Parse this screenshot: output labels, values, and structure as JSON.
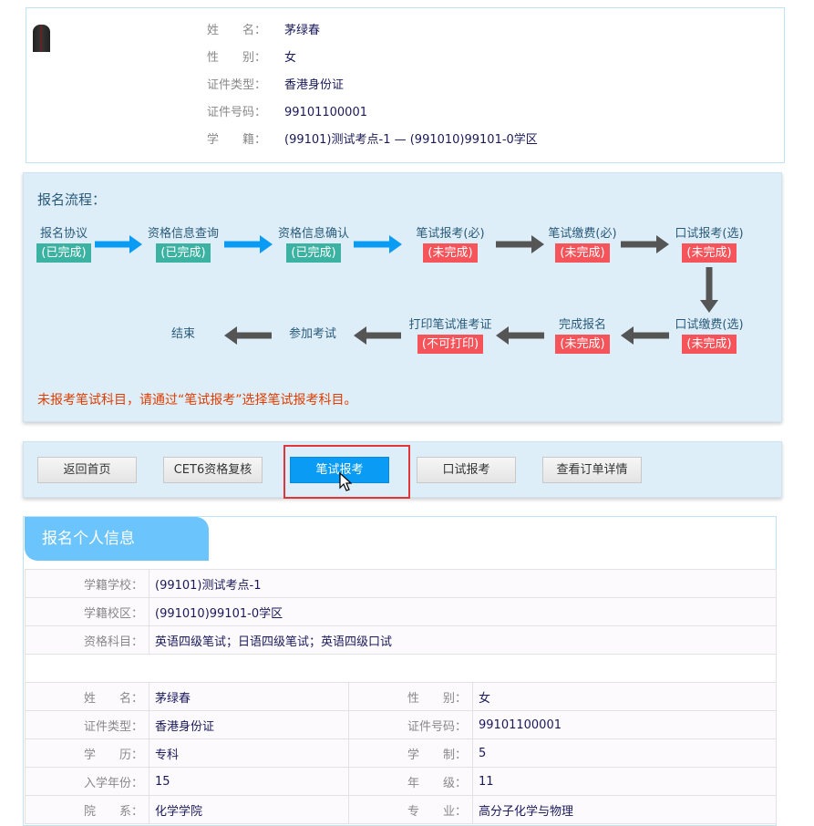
{
  "profile": {
    "rows": [
      {
        "label": "姓　　名：",
        "value": "茅绿春"
      },
      {
        "label": "性　　别：",
        "value": "女"
      },
      {
        "label": "证件类型：",
        "value": "香港身份证"
      },
      {
        "label": "证件号码：",
        "value": "99101100001"
      },
      {
        "label": "学　　籍：",
        "value": "(99101)测试考点-1 — (991010)99101-0学区"
      }
    ]
  },
  "flow": {
    "title": "报名流程：",
    "steps": [
      {
        "label": "报名协议",
        "status": "(已完成)"
      },
      {
        "label": "资格信息查询",
        "status": "(已完成)"
      },
      {
        "label": "资格信息确认",
        "status": "(已完成)"
      },
      {
        "label": "笔试报考(必)",
        "status": "(未完成)"
      },
      {
        "label": "笔试缴费(必)",
        "status": "(未完成)"
      },
      {
        "label": "口试报考(选)",
        "status": "(未完成)"
      },
      {
        "label": "口试缴费(选)",
        "status": "(未完成)"
      },
      {
        "label": "完成报名",
        "status": "(未完成)"
      },
      {
        "label": "打印笔试准考证",
        "status": "(不可打印)"
      },
      {
        "label": "参加考试"
      },
      {
        "label": "结束"
      }
    ],
    "message": "未报考笔试科目，请通过“笔试报考”选择笔试报考科目。"
  },
  "buttons": [
    "返回首页",
    "CET6资格复核",
    "笔试报考",
    "口试报考",
    "查看订单详情"
  ],
  "info": {
    "title": "报名个人信息",
    "single": [
      {
        "label": "学籍学校：",
        "value": "(99101)测试考点-1"
      },
      {
        "label": "学籍校区：",
        "value": "(991010)99101-0学区"
      },
      {
        "label": "资格科目：",
        "value": "英语四级笔试；日语四级笔试；英语四级口试"
      }
    ],
    "pairs": [
      [
        "姓　　名：",
        "茅绿春",
        "性　　别：",
        "女"
      ],
      [
        "证件类型：",
        "香港身份证",
        "证件号码：",
        "99101100001"
      ],
      [
        "学　　历：",
        "专科",
        "学　　制：",
        "5"
      ],
      [
        "入学年份：",
        "15",
        "年　　级：",
        "11"
      ],
      [
        "院　　系：",
        "化学学院",
        "专　　业：",
        "高分子化学与物理"
      ]
    ]
  },
  "colors": {
    "done": "#3bb2a2",
    "todo": "#f4545a",
    "primary": "#0a9cf5",
    "done_arrow": "#0a9cf5",
    "todo_arrow": "#555555"
  }
}
